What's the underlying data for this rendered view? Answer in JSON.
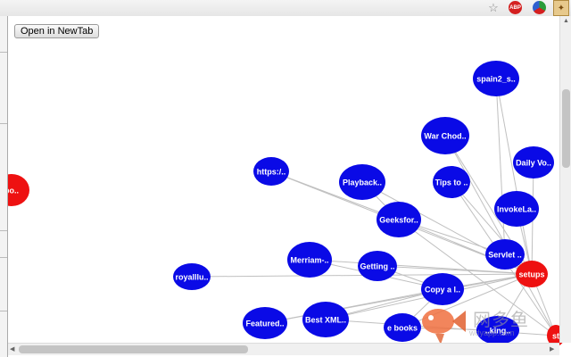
{
  "popup": {
    "open_button_label": "Open in NewTab"
  },
  "graph": {
    "nodes": [
      {
        "id": "spain2",
        "label": "spain2_s..",
        "color": "blue"
      },
      {
        "id": "warchod",
        "label": "War Chod..",
        "color": "blue"
      },
      {
        "id": "dailyvo",
        "label": "Daily Vo..",
        "color": "blue"
      },
      {
        "id": "https",
        "label": "https:/..",
        "color": "blue"
      },
      {
        "id": "playback",
        "label": "Playback..",
        "color": "blue"
      },
      {
        "id": "tipsto",
        "label": "Tips to ..",
        "color": "blue"
      },
      {
        "id": "invokela",
        "label": "InvokeLa..",
        "color": "blue"
      },
      {
        "id": "geeksfor",
        "label": "Geeksfor..",
        "color": "blue"
      },
      {
        "id": "servlet",
        "label": "Servlet ..",
        "color": "blue"
      },
      {
        "id": "merriam",
        "label": "Merriam-..",
        "color": "blue"
      },
      {
        "id": "getting",
        "label": "Getting ..",
        "color": "blue"
      },
      {
        "id": "setups",
        "label": "setups",
        "color": "red"
      },
      {
        "id": "royalllu",
        "label": "royalllu..",
        "color": "blue"
      },
      {
        "id": "copyal",
        "label": "Copy a l..",
        "color": "blue"
      },
      {
        "id": "featured",
        "label": "Featured..",
        "color": "blue"
      },
      {
        "id": "bestxml",
        "label": "Best XML..",
        "color": "blue"
      },
      {
        "id": "ebooks",
        "label": "e books",
        "color": "blue"
      },
      {
        "id": "leftred",
        "label": "bo..",
        "color": "red"
      },
      {
        "id": "wmnode",
        "label": "..king..",
        "color": "blue"
      },
      {
        "id": "st",
        "label": "st",
        "color": "red"
      }
    ]
  },
  "watermark": {
    "text": "网多鱼",
    "url": "wdyapp.com"
  },
  "colors": {
    "node_blue": "#0a0ae6",
    "node_red": "#ee1111",
    "edge": "#c0c0c0"
  }
}
